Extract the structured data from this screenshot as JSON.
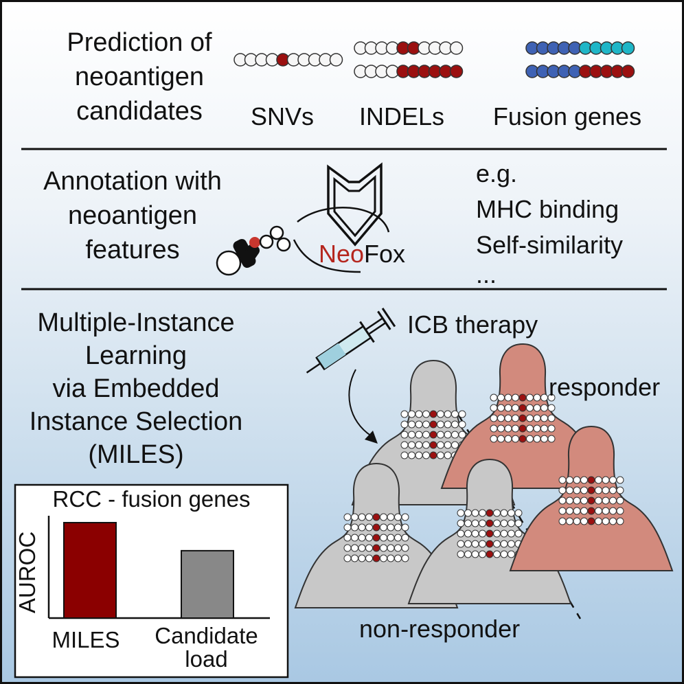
{
  "section1": {
    "title_lines": [
      "Prediction of",
      "neoantigen",
      "candidates"
    ],
    "snv_label": "SNVs",
    "indel_label": "INDELs",
    "fusion_label": "Fusion genes"
  },
  "section2": {
    "title_lines": [
      "Annotation with",
      "neoantigen",
      "features"
    ],
    "tool_name_prefix": "Neo",
    "tool_name_suffix": "Fox",
    "examples": [
      "e.g.",
      "MHC binding",
      "Self-similarity",
      "..."
    ]
  },
  "section3": {
    "title_lines": [
      "Multiple-Instance",
      "Learning",
      "via Embedded",
      "Instance Selection",
      "(MILES)"
    ],
    "therapy_label": "ICB therapy",
    "responder_label": "responder",
    "nonresponder_label": "non-responder"
  },
  "chart_data": {
    "type": "bar",
    "title": "RCC - fusion genes",
    "ylabel": "AUROC",
    "categories": [
      "MILES",
      "Candidate load"
    ],
    "category_lines": [
      [
        "MILES"
      ],
      [
        "Candidate",
        "load"
      ]
    ],
    "values": [
      0.85,
      0.6
    ],
    "ylim": [
      0,
      1
    ],
    "colors": [
      "#8b0000",
      "#888888"
    ]
  },
  "colors": {
    "dark_red": "#9b1010",
    "blue": "#3f62b4",
    "teal": "#1fb6c7",
    "responder": "#d28a7d",
    "non_responder": "#c8c8c8",
    "neo_red": "#b5261e"
  },
  "icons": [
    "mhc-complex-icon",
    "neofox-fox-icon",
    "syringe-icon",
    "person-silhouette-icon"
  ]
}
